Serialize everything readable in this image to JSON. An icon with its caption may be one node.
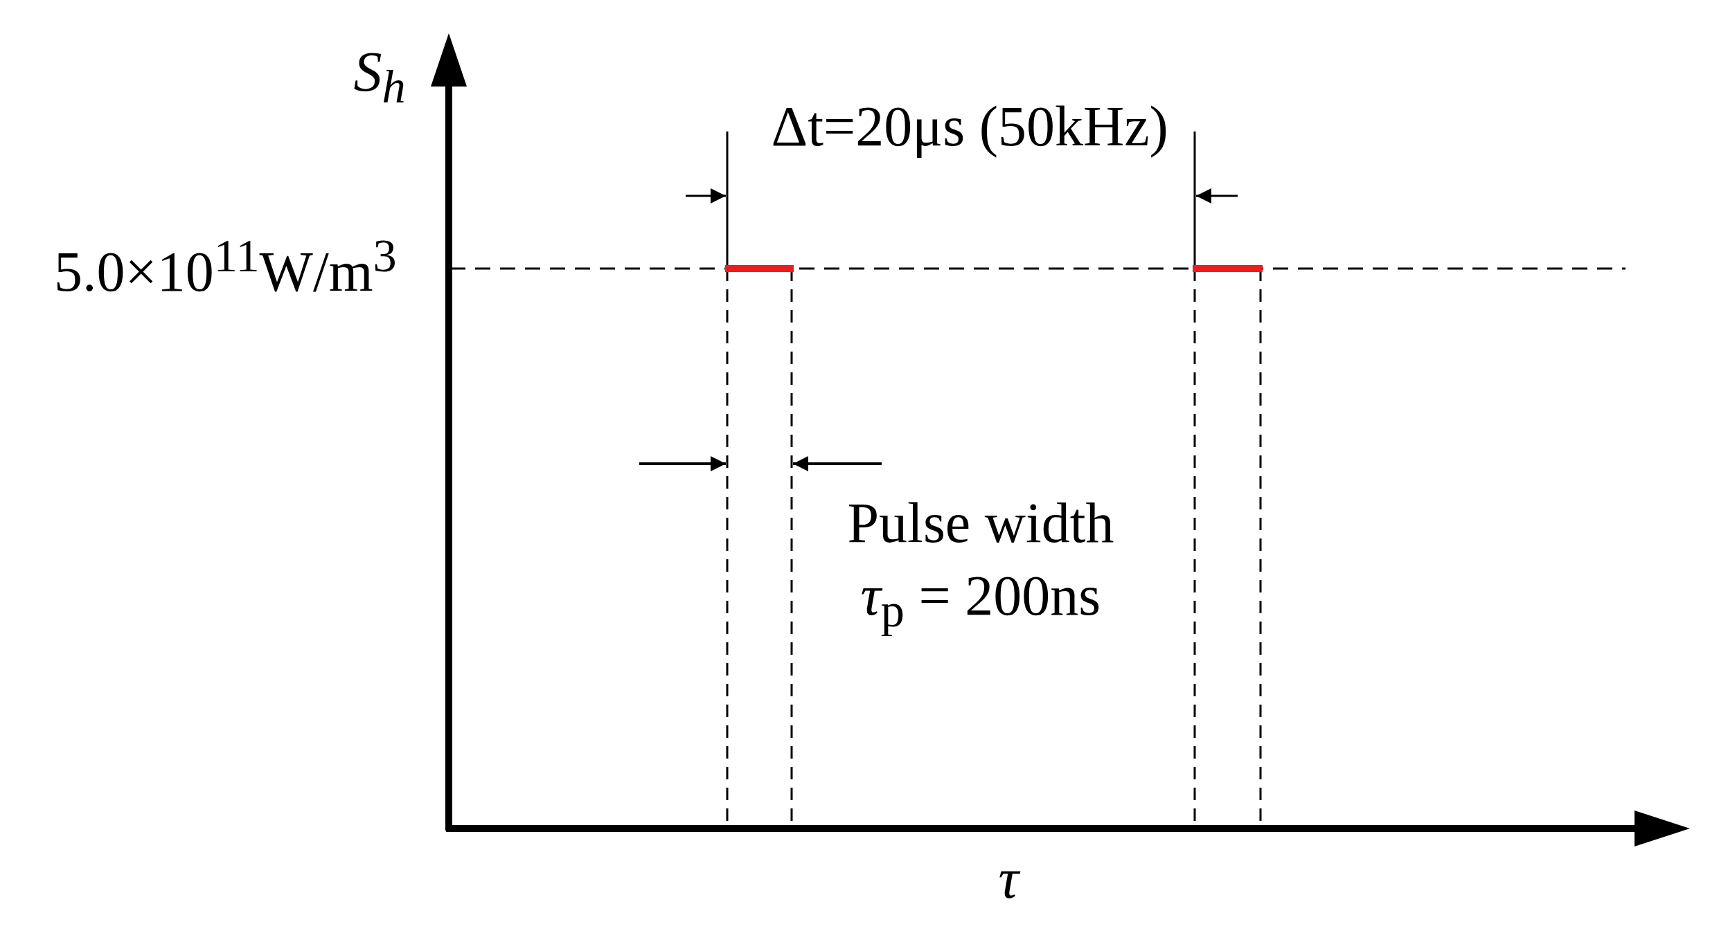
{
  "diagram": {
    "labels": [
      "S$_{h}$",
      "5.0×10$^{11}$W/m$^{3}$",
      "Δt=20μs (50kHz)",
      "Pulse width",
      "*τ*$_{p}$ = 200ns",
      "τ"
    ]
  }
}
